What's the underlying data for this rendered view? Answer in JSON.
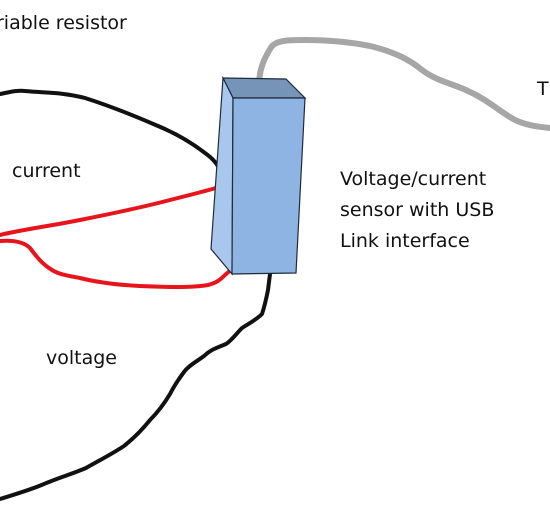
{
  "labels": {
    "top_left": "riable resistor",
    "current": "current",
    "voltage": "voltage",
    "right_edge": "T",
    "sensor_lines": [
      "Voltage/current",
      "sensor with USB",
      "Link interface"
    ]
  },
  "colors": {
    "black_wire": "#111111",
    "red_wire": "#e8141b",
    "usb_cable": "#a6a6a6",
    "box_front": "#8eb4e3",
    "box_side": "#a9c7ec",
    "box_top": "#7693b8",
    "box_outline": "#1f2a3a"
  }
}
